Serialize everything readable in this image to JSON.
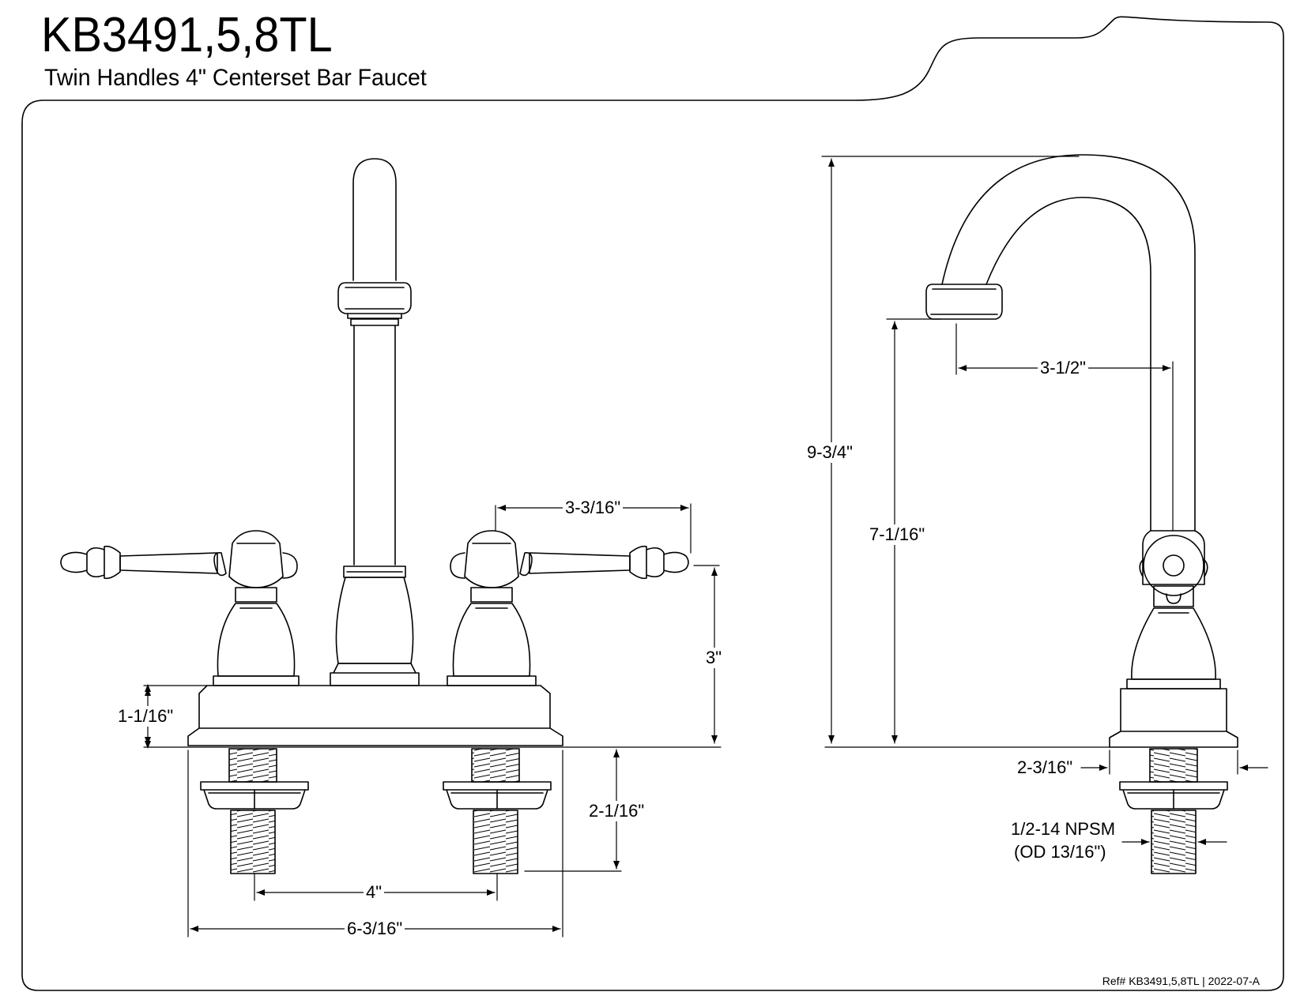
{
  "header": {
    "title": "KB3491,5,8TL",
    "subtitle": "Twin Handles 4\" Centerset Bar Faucet"
  },
  "dimensions": {
    "handle_reach": "3-3/16\"",
    "handle_height": "3\"",
    "base_height": "1-1/16\"",
    "shank_length": "2-1/16\"",
    "center_spacing": "4\"",
    "base_width": "6-3/16\"",
    "total_height": "9-3/4\"",
    "spout_height": "7-1/16\"",
    "spout_reach": "3-1/2\"",
    "base_diameter": "2-3/16\"",
    "thread_spec": "1/2-14 NPSM",
    "thread_od": "(OD 13/16\")"
  },
  "footer": {
    "ref": "Ref# KB3491,5,8TL | 2022-07-A"
  }
}
